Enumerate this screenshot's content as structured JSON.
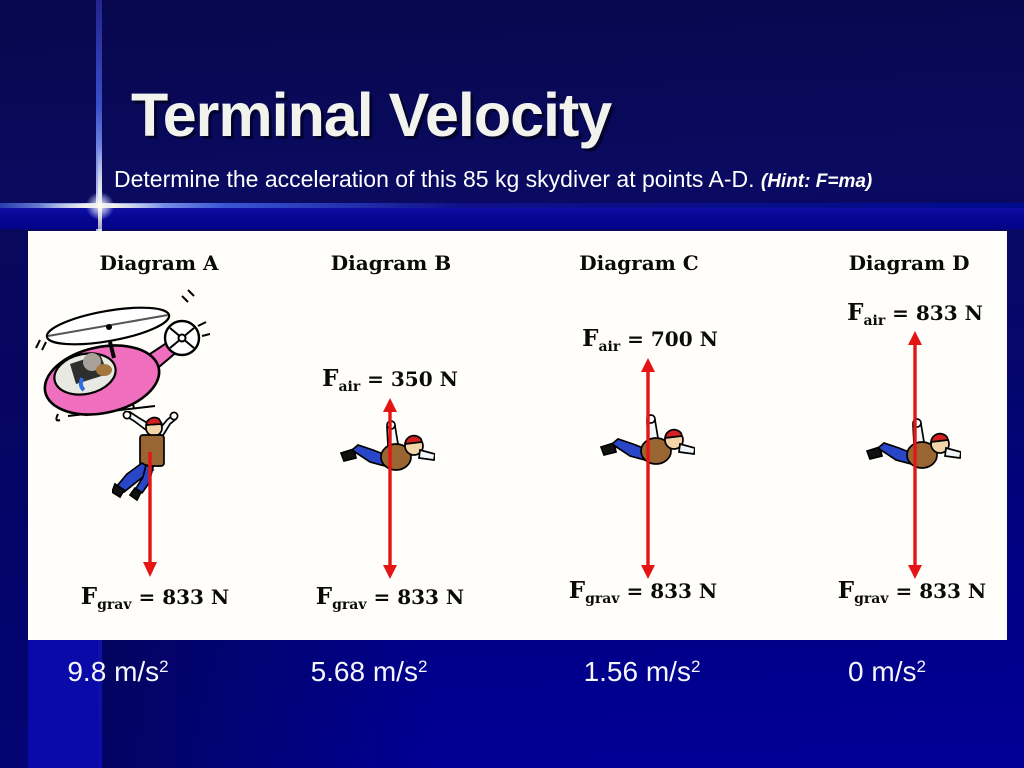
{
  "slide": {
    "title": "Terminal Velocity",
    "subtitle": "Determine the acceleration of this 85 kg skydiver at points A-D.",
    "hint": "(Hint: F=ma)"
  },
  "panel": {
    "diagrams": [
      {
        "label": "Diagram A",
        "force_up": null,
        "force_down": {
          "f": "F",
          "sub": "grav",
          "value": " = 833 N"
        },
        "answer": {
          "base": "9.8 m/s",
          "sup": "2"
        }
      },
      {
        "label": "Diagram B",
        "force_up": {
          "f": "F",
          "sub": "air",
          "value": " = 350 N"
        },
        "force_down": {
          "f": "F",
          "sub": "grav",
          "value": " = 833 N"
        },
        "answer": {
          "base": "5.68 m/s",
          "sup": "2"
        }
      },
      {
        "label": "Diagram C",
        "force_up": {
          "f": "F",
          "sub": "air",
          "value": " = 700 N"
        },
        "force_down": {
          "f": "F",
          "sub": "grav",
          "value": " = 833 N"
        },
        "answer": {
          "base": "1.56 m/s",
          "sup": "2"
        }
      },
      {
        "label": "Diagram D",
        "force_up": {
          "f": "F",
          "sub": "air",
          "value": " = 833 N"
        },
        "force_down": {
          "f": "F",
          "sub": "grav",
          "value": " = 833 N"
        },
        "answer": {
          "base": "0 m/s",
          "sup": "2"
        }
      }
    ]
  },
  "colors": {
    "background_top": "#07074d",
    "background_bottom": "#000096",
    "accent_line": "#3a50c8",
    "glint": "#fffce6",
    "panel": "#fffefa",
    "arrow_red": "#e51515",
    "helicopter_pink": "#ef6fbe",
    "suit_blue": "#2a46c8",
    "pack_brown": "#996633",
    "cap_red": "#d42020"
  }
}
